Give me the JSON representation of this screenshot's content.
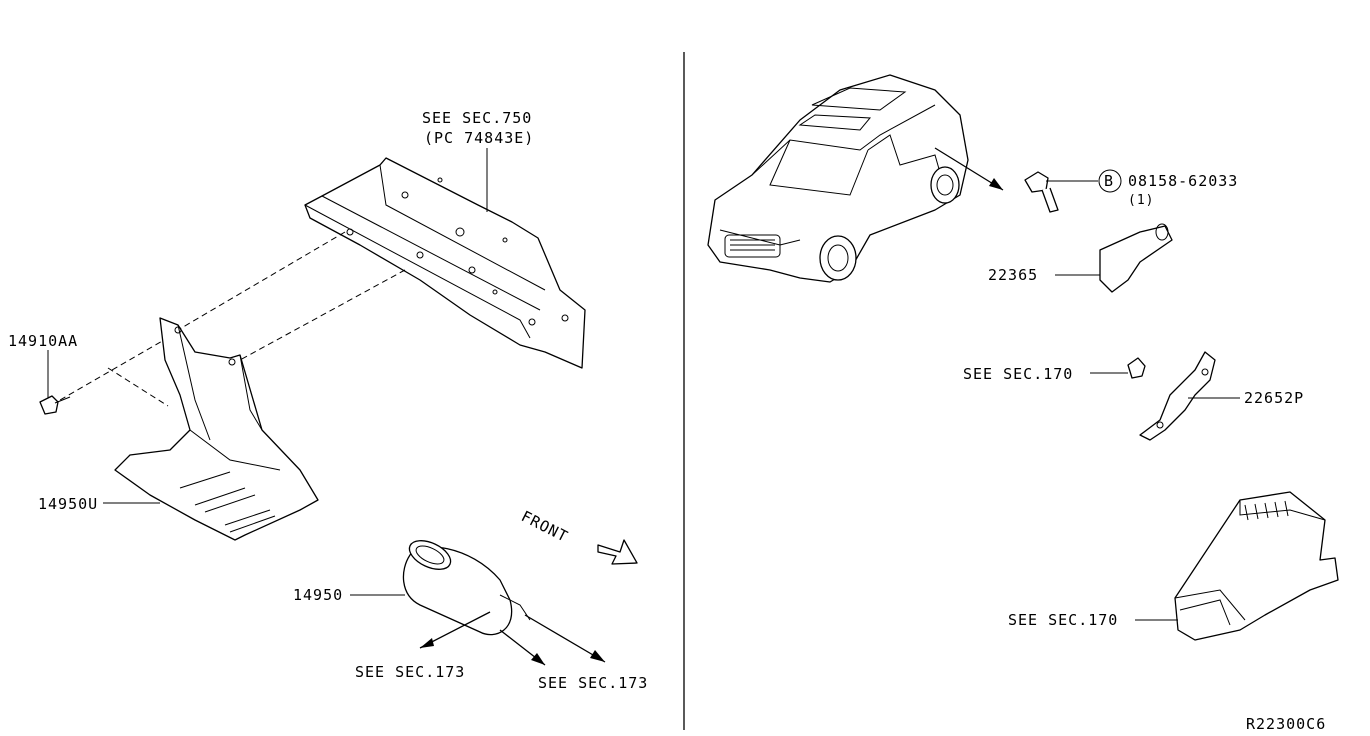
{
  "diagram_code": "R22300C6",
  "front_label": "FRONT",
  "left_panel": {
    "see_sec_750": "SEE SEC.750",
    "pc_ref": "(PC 74843E)",
    "part_14910AA": "14910AA",
    "part_14950U": "14950U",
    "part_14950": "14950",
    "see_sec_173_a": "SEE SEC.173",
    "see_sec_173_b": "SEE SEC.173"
  },
  "right_panel": {
    "bolt_marker": "B",
    "bolt_part": "08158-62033",
    "bolt_qty": "(1)",
    "part_22365": "22365",
    "see_sec_170_a": "SEE SEC.170",
    "part_22652P": "22652P",
    "see_sec_170_b": "SEE SEC.170"
  }
}
